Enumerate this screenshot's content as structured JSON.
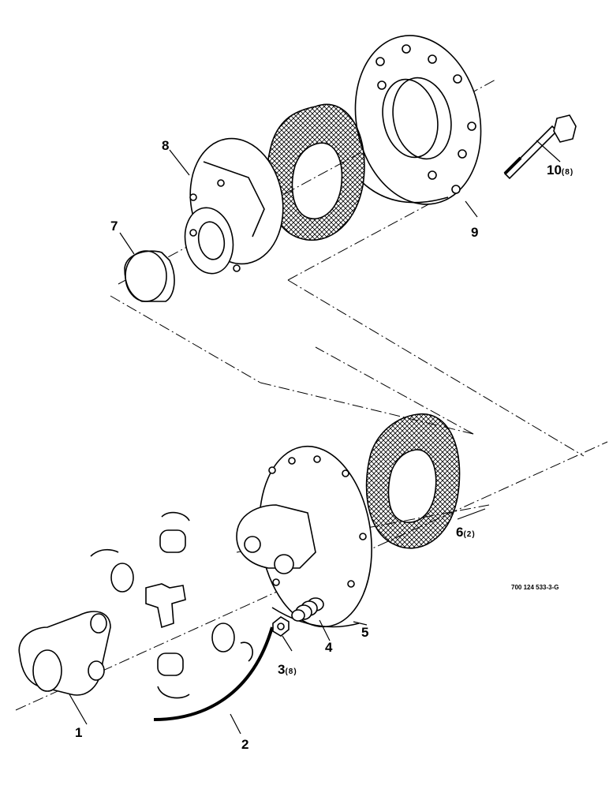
{
  "callouts": [
    {
      "id": "1",
      "label": "1",
      "qty": ""
    },
    {
      "id": "2",
      "label": "2",
      "qty": ""
    },
    {
      "id": "3",
      "label": "3",
      "qty": "(8)"
    },
    {
      "id": "4",
      "label": "4",
      "qty": ""
    },
    {
      "id": "5",
      "label": "5",
      "qty": ""
    },
    {
      "id": "6",
      "label": "6",
      "qty": "(2)"
    },
    {
      "id": "7",
      "label": "7",
      "qty": ""
    },
    {
      "id": "8",
      "label": "8",
      "qty": ""
    },
    {
      "id": "9",
      "label": "9",
      "qty": ""
    },
    {
      "id": "10",
      "label": "10",
      "qty": "(8)"
    }
  ],
  "reference_number": "700 124 533-3-G",
  "colors": {
    "line": "#000000",
    "background": "#ffffff"
  }
}
